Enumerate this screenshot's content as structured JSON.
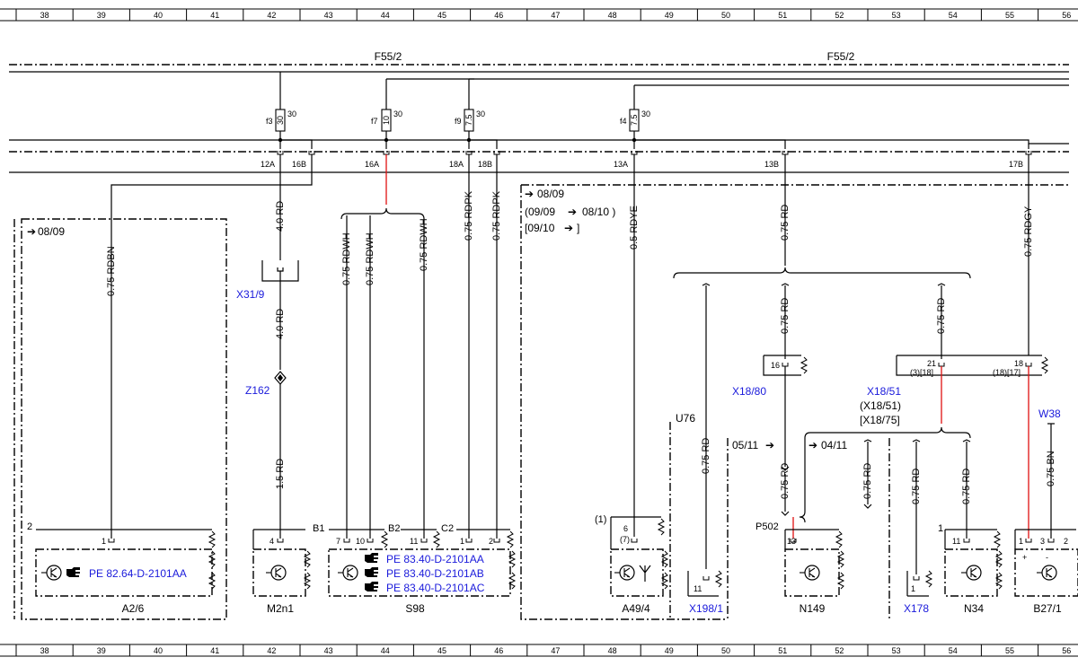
{
  "ruler": [
    "38",
    "39",
    "40",
    "41",
    "42",
    "43",
    "44",
    "45",
    "46",
    "47",
    "48",
    "49",
    "50",
    "51",
    "52",
    "53",
    "54",
    "55",
    "56"
  ],
  "bus": {
    "left": "F55/2",
    "right": "F55/2"
  },
  "fuses": [
    {
      "id": "f3",
      "rating": "30",
      "value": "30"
    },
    {
      "id": "f7",
      "rating": "10",
      "value": "30"
    },
    {
      "id": "f9",
      "rating": "7.5",
      "value": "30"
    },
    {
      "id": "f4",
      "rating": "7.5",
      "value": "30"
    }
  ],
  "pins": [
    "12A",
    "16B",
    "16A",
    "18A",
    "18B",
    "13A",
    "13B",
    "17B"
  ],
  "wires": {
    "w1": "0.75 RDBN",
    "w2": "4.0 RD",
    "w3": "4.0 RD",
    "w4": "1.5 RD",
    "w5": "0.75 RDWH",
    "w6": "0.75 RDWH",
    "w7": "0.75 RDWH",
    "w8": "0.75 RDPK",
    "w9": "0.75 RDPK",
    "w10": "0.5 RDYE",
    "w11": "0.75 RD",
    "w12": "0.75 RD",
    "w13": "0.75 RD",
    "w14": "0.75 RD",
    "w15": "0.75 RD",
    "w16": "0.75 RD",
    "w17": "0.75 RD",
    "w18": "0.75 RD",
    "w19": "0.75 RDGY",
    "w20": "0.75 BN"
  },
  "notes": {
    "n1": "08/09",
    "n2": "08/09",
    "n3": "(09/09",
    "n4": "08/10 )",
    "n5": "[09/10",
    "n6": "]",
    "n7": "05/11",
    "n8": "04/11",
    "n9": "(X18/51)",
    "n10": "[X18/75]",
    "n11": "(1)",
    "n12": "(7)",
    "n13": "(3)[18]",
    "n14": "(18)[17]"
  },
  "connectors": {
    "x31_9": "X31/9",
    "z162": "Z162",
    "x18_80": "X18/80",
    "x18_51": "X18/51",
    "w38": "W38",
    "x198_1": "X198/1",
    "x178": "X178"
  },
  "refs": {
    "a2_6": "PE 82.64-D-2101AA",
    "s98_1": "PE 83.40-D-2101AA",
    "s98_2": "PE 83.40-D-2101AB",
    "s98_3": "PE 83.40-D-2101AC"
  },
  "components": {
    "a2_6": "A2/6",
    "m2n1": "M2n1",
    "s98": "S98",
    "a49_4": "A49/4",
    "x198_1": "X198/1",
    "n149": "N149",
    "x178": "X178",
    "n34": "N34",
    "b27_1": "B27/1",
    "u76": "U76",
    "p502": "P502"
  },
  "pin_numbers": {
    "a2_6_pin": "1",
    "a2_6_grp": "2",
    "m2n1_pin": "4",
    "s98_p1": "7",
    "s98_p2": "10",
    "s98_p3": "11",
    "s98_p4": "1",
    "s98_p5": "2",
    "b1": "B1",
    "b2": "B2",
    "c2": "C2",
    "a49_pin": "6",
    "x198_pin": "11",
    "x18_80_pin": "16",
    "x18_51_p1": "21",
    "x18_51_p2": "18",
    "n149_pin": "13",
    "x178_pin": "1",
    "n34_pin": "11",
    "n34_grp": "1",
    "b27_p1": "1",
    "b27_p2": "3",
    "b27_p3": "2",
    "b27_plus": "+",
    "b27_minus": "-"
  },
  "colors": {
    "wire": "#000000",
    "highlight": "#e01010",
    "link": "#1a1adb"
  }
}
